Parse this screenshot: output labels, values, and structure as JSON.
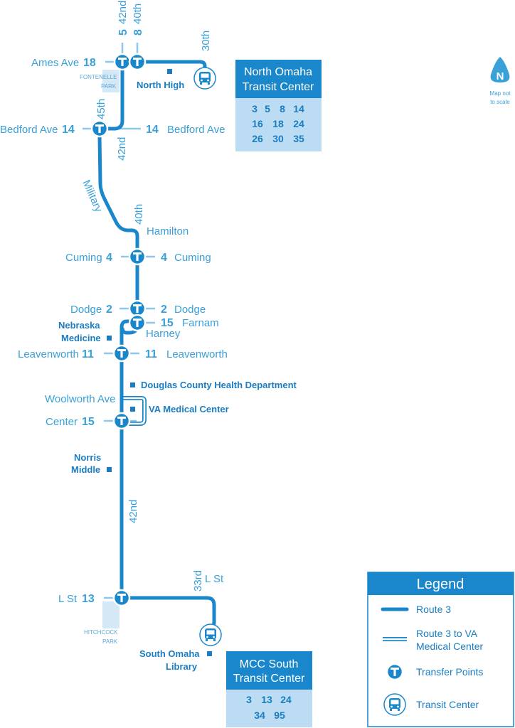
{
  "colors": {
    "route": "#1a87cc",
    "crossing": "#8ec7ea",
    "text": "#3aa0d8",
    "dark": "#1a7dc1",
    "park": "#d4e8f6",
    "box": "#bcdcf3"
  },
  "streets": {
    "ames_ave": "Ames Ave",
    "st_42nd_top": "42nd",
    "st_40th_top": "40th",
    "st_30th": "30th",
    "st_45th": "45th",
    "bedford_left": "Bedford Ave",
    "bedford_right": "Bedford Ave",
    "st_42nd_mid": "42nd",
    "military": "Military",
    "st_40th_mid": "40th",
    "hamilton": "Hamilton",
    "cuming_left": "Cuming",
    "cuming_right": "Cuming",
    "dodge_left": "Dodge",
    "dodge_right": "Dodge",
    "farnam": "Farnam",
    "harney": "Harney",
    "leavenworth_left": "Leavenworth",
    "leavenworth_right": "Leavenworth",
    "woolworth": "Woolworth Ave",
    "center": "Center",
    "st_42nd_low": "42nd",
    "l_st_left": "L St",
    "st_33rd": "33rd",
    "l_st_right": "L St"
  },
  "routes": {
    "r5": "5",
    "r8": "8",
    "ames": "18",
    "bedford_left": "14",
    "bedford_right": "14",
    "cuming_left": "4",
    "cuming_right": "4",
    "dodge_left": "2",
    "dodge_right": "2",
    "farnam": "15",
    "leavenworth_left": "11",
    "leavenworth_right": "11",
    "center": "15",
    "l_st": "13"
  },
  "parks": {
    "fontenelle_1": "FONTENELLE",
    "fontenelle_2": "PARK",
    "hitchcock_1": "HITCHCOCK",
    "hitchcock_2": "PARK"
  },
  "pois": {
    "north_high": "North High",
    "nebraska_1": "Nebraska",
    "nebraska_2": "Medicine",
    "douglas": "Douglas County Health Department",
    "va": "VA Medical Center",
    "norris_1": "Norris",
    "norris_2": "Middle",
    "library_1": "South Omaha",
    "library_2": "Library"
  },
  "north_tc": {
    "name_1": "North Omaha",
    "name_2": "Transit Center",
    "rows": [
      [
        "3",
        "5",
        "8",
        "14"
      ],
      [
        "16",
        "18",
        "24"
      ],
      [
        "26",
        "30",
        "35"
      ]
    ]
  },
  "south_tc": {
    "name_1": "MCC South",
    "name_2": "Transit Center",
    "rows": [
      [
        "3",
        "13",
        "24"
      ],
      [
        "34",
        "95"
      ]
    ]
  },
  "legend": {
    "title": "Legend",
    "route3": "Route 3",
    "va_1": "Route 3 to VA",
    "va_2": "Medical Center",
    "transfer": "Transfer Points",
    "transit": "Transit Center"
  },
  "north_arrow": {
    "letter": "N",
    "note_1": "Map not",
    "note_2": "to scale"
  },
  "icons": {
    "transfer": "T",
    "bus": "bus-icon"
  }
}
